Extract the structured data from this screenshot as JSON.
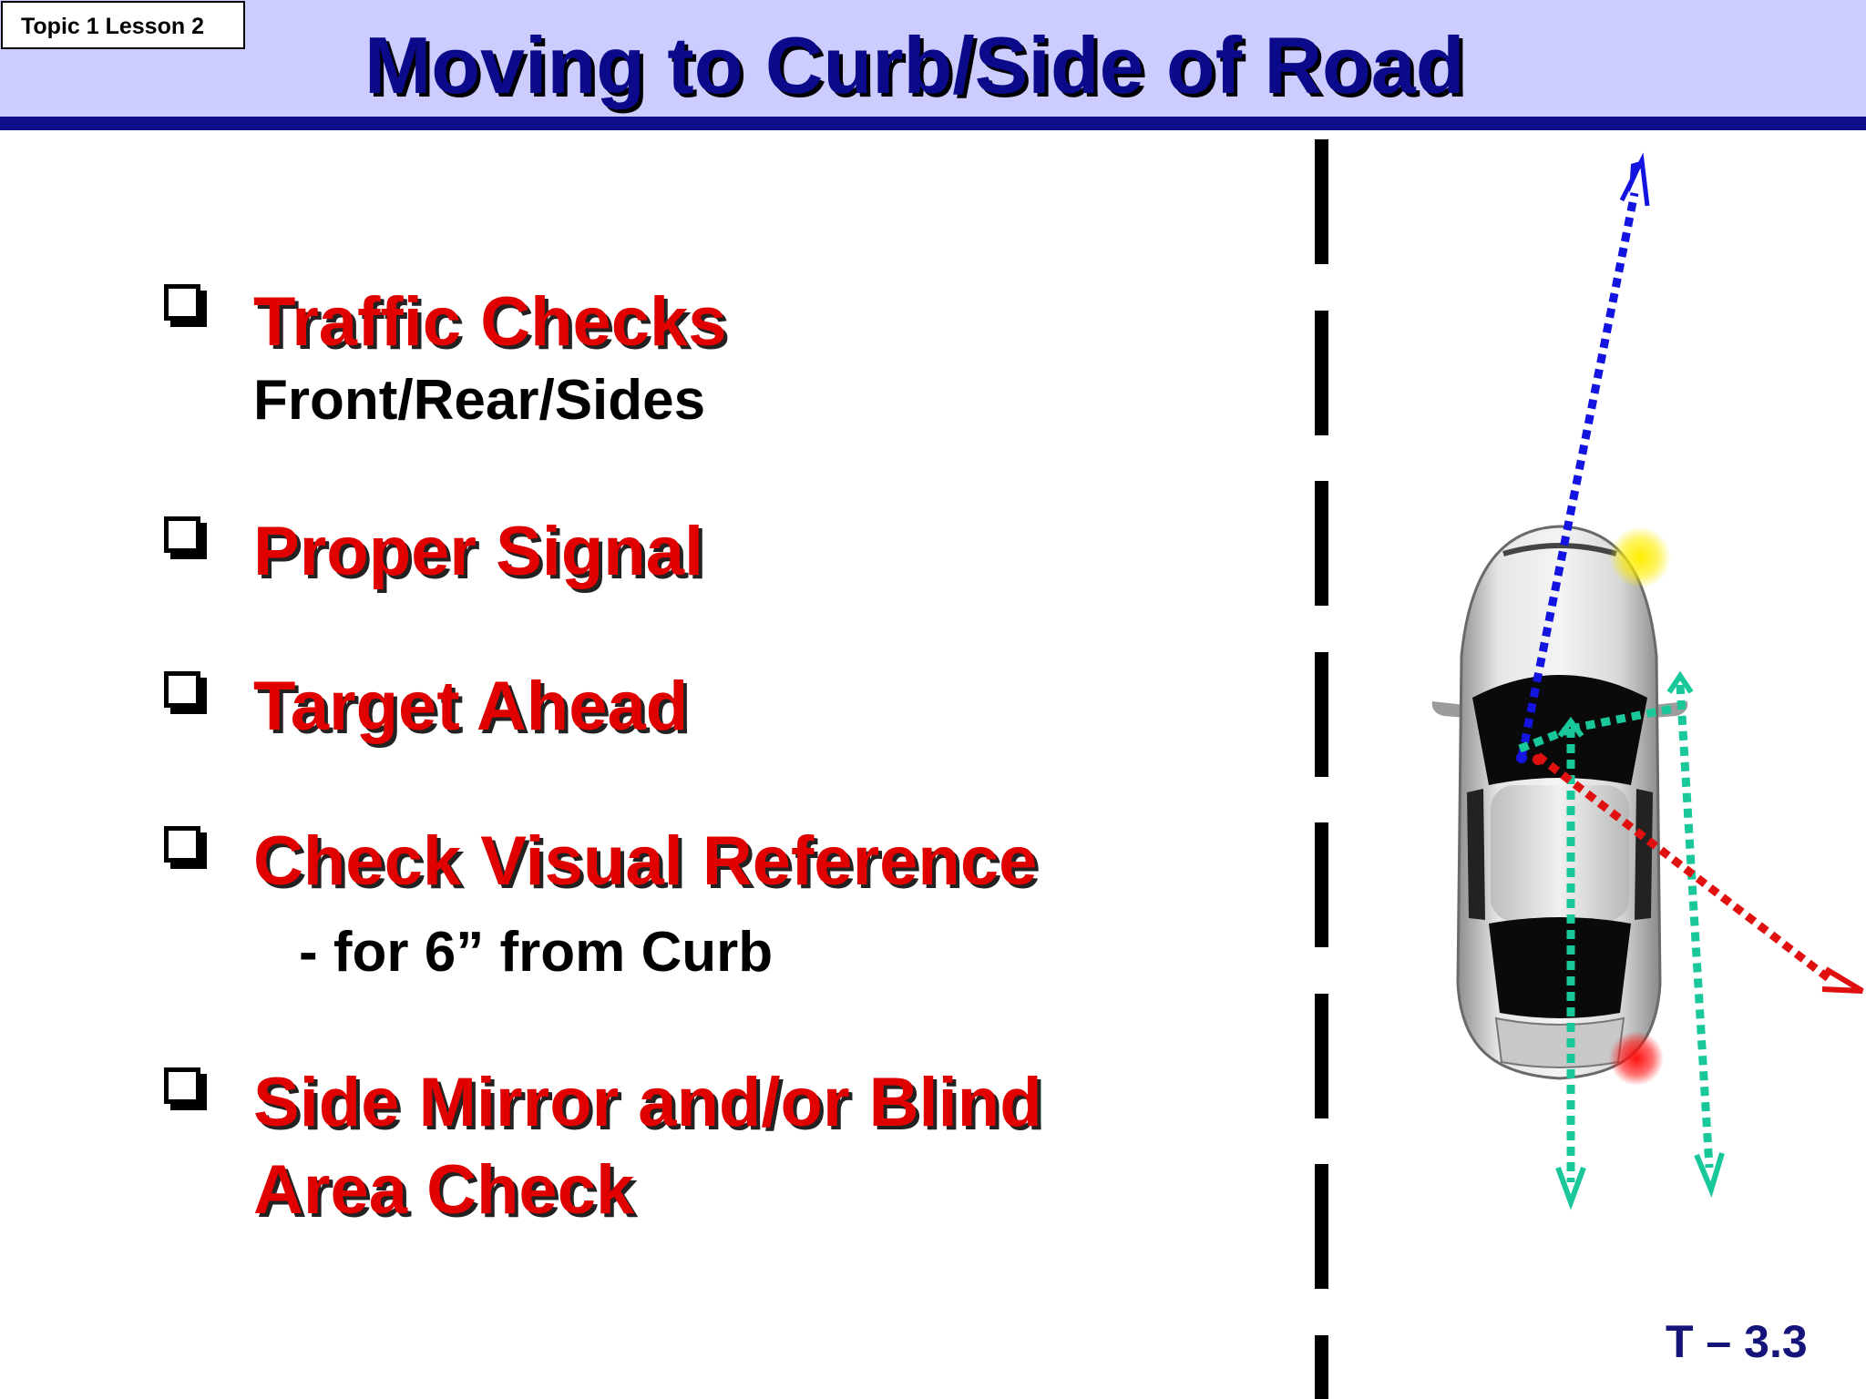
{
  "slide": {
    "tag": "Topic 1 Lesson 2",
    "title": "Moving to Curb/Side of Road",
    "items": [
      {
        "label": "Traffic Checks",
        "sub": "Front/Rear/Sides"
      },
      {
        "label": "Proper Signal"
      },
      {
        "label": "Target Ahead"
      },
      {
        "label": "Check Visual Reference",
        "sub": "- for  6” from Curb"
      },
      {
        "label_line1": "Side Mirror and/or Blind",
        "label_line2": "Area Check"
      }
    ],
    "slide_number": "T – 3.3"
  },
  "colors": {
    "header_bg": "#ccccff",
    "title": "#0a0a8a",
    "bullet_text": "#e00000",
    "blue_arrow": "#1414e0",
    "green_arrow": "#19c89a",
    "red_arrow": "#e01010",
    "signal_light": "#ffe600",
    "brake_light": "#ff2020"
  }
}
